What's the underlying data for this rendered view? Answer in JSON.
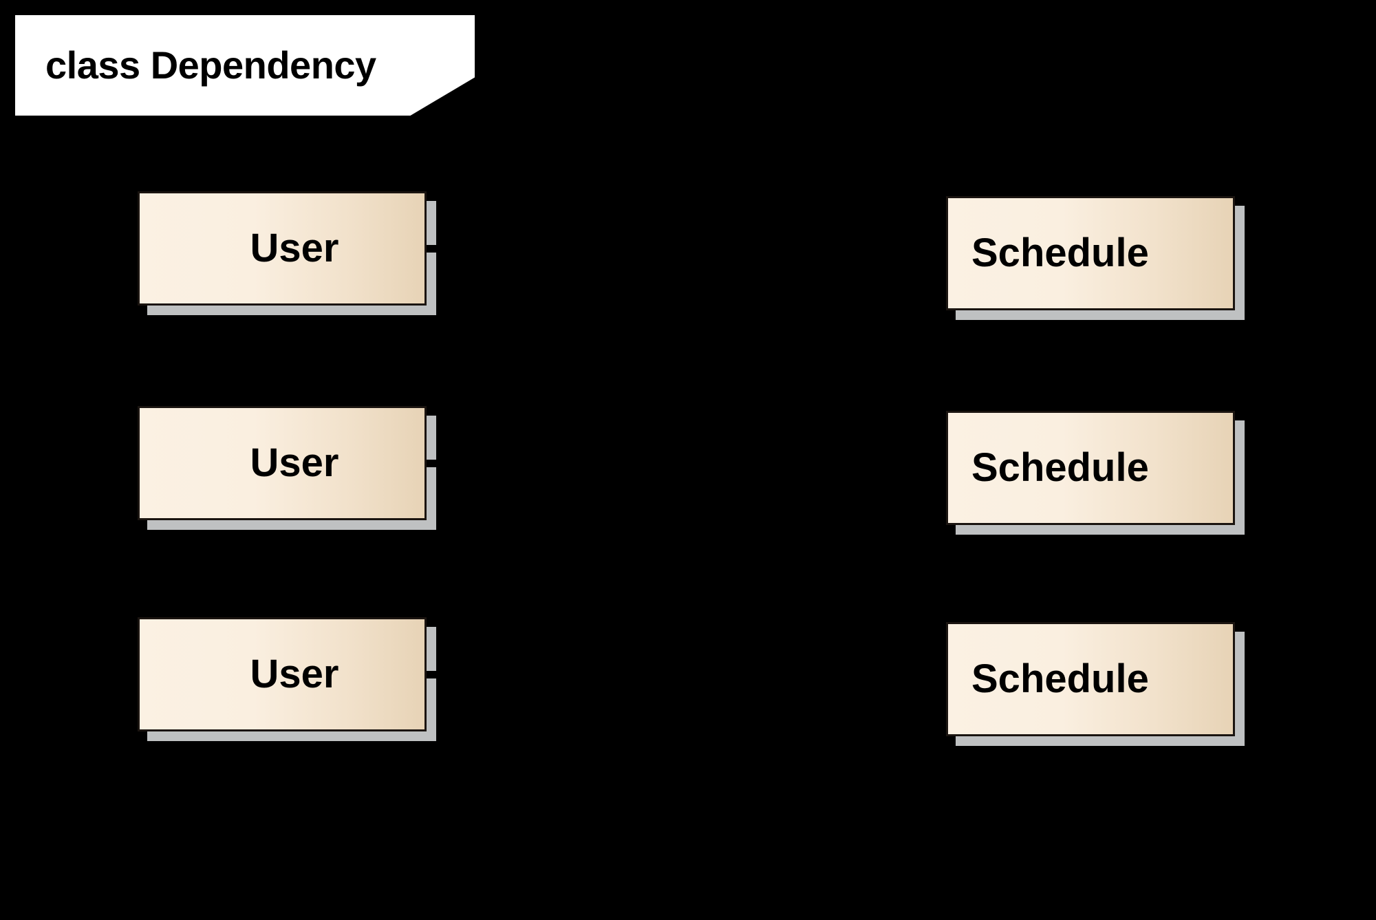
{
  "diagram": {
    "type": "uml-class-dependency",
    "background_color": "#000000",
    "title_banner": {
      "label": "class Dependency",
      "background_color": "#ffffff",
      "text_color": "#000000"
    },
    "node_style": {
      "fill_gradient_start": "#fbf1e3",
      "fill_gradient_end": "#e7d3b6",
      "border_color": "#1a1410",
      "shadow_color": "#bfc1c2",
      "label_color": "#000000"
    },
    "columns": [
      {
        "name": "left-column",
        "nodes": [
          {
            "label": "User",
            "index": 1
          },
          {
            "label": "User",
            "index": 2
          },
          {
            "label": "User",
            "index": 3
          }
        ]
      },
      {
        "name": "right-column",
        "nodes": [
          {
            "label": "Schedule",
            "index": 1
          },
          {
            "label": "Schedule",
            "index": 2
          },
          {
            "label": "Schedule",
            "index": 3
          }
        ]
      }
    ],
    "connectors": [
      {
        "from": "User",
        "index": 1,
        "kind": "dependency-stub"
      },
      {
        "from": "User",
        "index": 2,
        "kind": "dependency-stub"
      },
      {
        "from": "User",
        "index": 3,
        "kind": "dependency-stub"
      }
    ]
  }
}
